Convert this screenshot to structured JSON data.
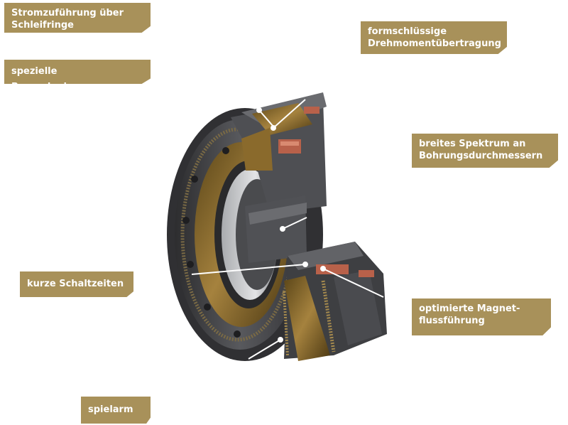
{
  "labels": {
    "stromzufuehrung": {
      "line1": "Stromzuführung über",
      "line2": "Schleifringe"
    },
    "bronze": {
      "line1": "spezielle Bronzelegierung"
    },
    "formschluessig": {
      "line1": "formschlüssige",
      "line2": "Drehmomentübertragung"
    },
    "spektrum": {
      "line1": "breites Spektrum an",
      "line2": "Bohrungsdurchmessern"
    },
    "schaltzeiten": {
      "line1": "kurze Schaltzeiten"
    },
    "magnetfluss": {
      "line1": "optimierte Magnet-",
      "line2": "flussführung"
    },
    "spielarm": {
      "line1": "spielarm"
    }
  },
  "colors": {
    "label_bg": "#a8915a",
    "label_text": "#ffffff",
    "steel_dark": "#3a3a3c",
    "steel_mid": "#55565a",
    "bronze": "#8a6a2c",
    "copper": "#b8614a",
    "leader_line": "#ffffff"
  }
}
